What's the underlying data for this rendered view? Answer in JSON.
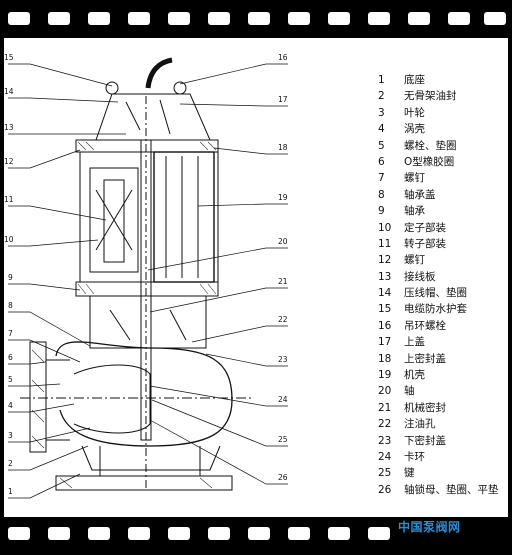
{
  "legend": [
    {
      "num": "1",
      "label": "底座"
    },
    {
      "num": "2",
      "label": "无骨架油封"
    },
    {
      "num": "3",
      "label": "叶轮"
    },
    {
      "num": "4",
      "label": "涡壳"
    },
    {
      "num": "5",
      "label": "螺栓、垫圈"
    },
    {
      "num": "6",
      "label": "O型橡胶圈"
    },
    {
      "num": "7",
      "label": "螺钉"
    },
    {
      "num": "8",
      "label": "轴承盖"
    },
    {
      "num": "9",
      "label": "轴承"
    },
    {
      "num": "10",
      "label": "定子部装"
    },
    {
      "num": "11",
      "label": "转子部装"
    },
    {
      "num": "12",
      "label": "螺钉"
    },
    {
      "num": "13",
      "label": "接线板"
    },
    {
      "num": "14",
      "label": "压线帽、垫圈"
    },
    {
      "num": "15",
      "label": "电缆防水护套"
    },
    {
      "num": "16",
      "label": "吊环螺栓"
    },
    {
      "num": "17",
      "label": "上盖"
    },
    {
      "num": "18",
      "label": "上密封盖"
    },
    {
      "num": "19",
      "label": "机壳"
    },
    {
      "num": "20",
      "label": "轴"
    },
    {
      "num": "21",
      "label": "机械密封"
    },
    {
      "num": "22",
      "label": "注油孔"
    },
    {
      "num": "23",
      "label": "下密封盖"
    },
    {
      "num": "24",
      "label": "卡环"
    },
    {
      "num": "25",
      "label": "键"
    },
    {
      "num": "26",
      "label": "轴锁母、垫圈、平垫"
    }
  ],
  "callouts_left": [
    "15",
    "14",
    "13",
    "12",
    "11",
    "10",
    "9",
    "8",
    "7",
    "6",
    "5",
    "4",
    "3",
    "2",
    "1"
  ],
  "callouts_right": [
    "16",
    "17",
    "18",
    "19",
    "20",
    "21",
    "22",
    "23",
    "24",
    "25",
    "26"
  ],
  "watermark": "中国泵阀网",
  "colors": {
    "line": "#111111",
    "hatch": "#333333",
    "film": "#000000",
    "watermark": "#2b8fd6"
  }
}
